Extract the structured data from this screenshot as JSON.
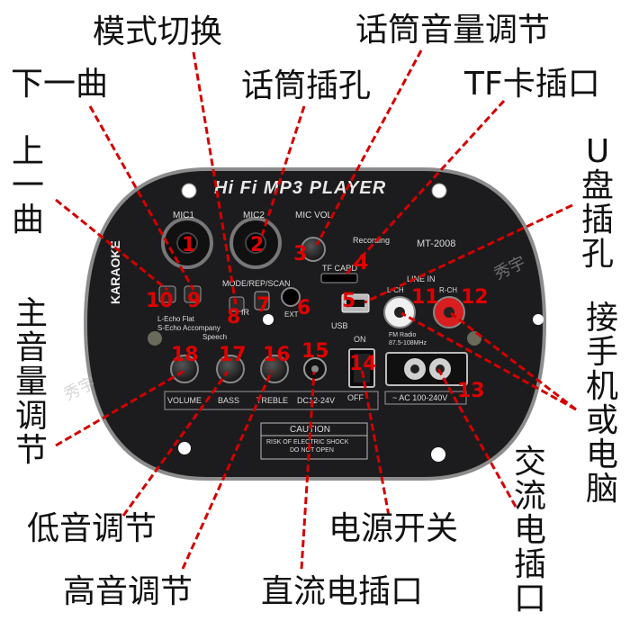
{
  "callouts": {
    "mode_switch": "模式切换",
    "mic_volume": "话筒音量调节",
    "next_track": "下一曲",
    "mic_jack": "话筒插孔",
    "tf_slot": "TF卡插口",
    "prev_track": "上一曲",
    "usb_slot": "U盘插孔",
    "main_volume": "主音量调节",
    "line_in": "接手机或电脑",
    "bass": "低音调节",
    "power_switch": "电源开关",
    "ac_socket": "交流电插口",
    "treble": "高音调节",
    "dc_socket": "直流电插口"
  },
  "numbers": [
    "1",
    "2",
    "3",
    "4",
    "5",
    "6",
    "7",
    "8",
    "9",
    "10",
    "11",
    "12",
    "13",
    "14",
    "15",
    "16",
    "17",
    "18"
  ],
  "silkscreen": {
    "title": "Hi Fi MP3 PLAYER",
    "model": "MT-2008",
    "karaoke": "KARAOKE",
    "mic1": "MIC1",
    "mic2": "MIC2",
    "mic_vol": "MIC VOL",
    "recording": "Recording",
    "tf_card": "TF CARD",
    "mode": "MODE/REP/SCAN",
    "ir": "IR",
    "ext": "EXT",
    "line_in": "LINE IN",
    "l_ch": "L-CH",
    "r_ch": "R-CH",
    "usb": "USB",
    "on": "ON",
    "off": "OFF",
    "fm": "FM Radio",
    "fm_band": "87.5-108MHz",
    "echo": "L-Echo  Flat",
    "echo2": "S-Echo  Accompany",
    "speech": "Speech",
    "volume": "VOLUME",
    "bass": "BASS",
    "treble": "TREBLE",
    "dc": "DC12-24V",
    "ac": "~ AC 100-240V",
    "caution": "CAUTION",
    "warn1": "RISK OF ELECTRIC SHOCK",
    "warn2": "DO NOT OPEN"
  },
  "watermark": "秀宇",
  "colors": {
    "label": "#111111",
    "number": "#e00000",
    "leader": "#d40000",
    "panel": "#1c1c1e",
    "rca_red": "#d81e1e"
  }
}
